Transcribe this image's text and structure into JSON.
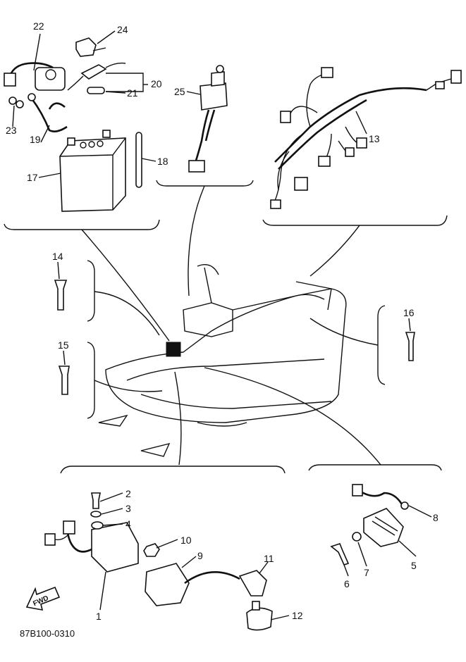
{
  "callouts": {
    "c1": "1",
    "c2": "2",
    "c3": "3",
    "c4": "4",
    "c5": "5",
    "c6": "6",
    "c7": "7",
    "c8": "8",
    "c9": "9",
    "c10": "10",
    "c11": "11",
    "c12": "12",
    "c13": "13",
    "c14": "14",
    "c15": "15",
    "c16": "16",
    "c17": "17",
    "c18": "18",
    "c19": "19",
    "c20": "20",
    "c21": "21",
    "c22": "22",
    "c23": "23",
    "c24": "24",
    "c25": "25"
  },
  "fwd_label": "FWD",
  "drawing_code": "87B100-0310"
}
